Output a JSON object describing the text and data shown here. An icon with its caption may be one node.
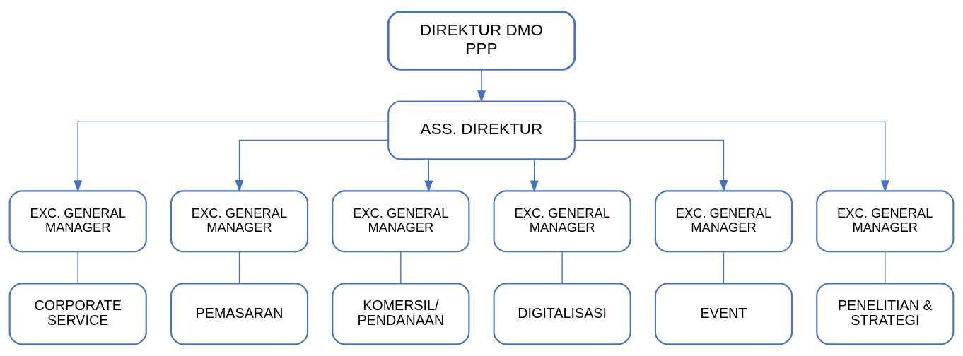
{
  "diagram": {
    "nodes": [
      {
        "text": [
          "DIREKTUR DMO PPP"
        ]
      },
      {
        "text": [
          "ASS. DIREKTUR"
        ]
      },
      {
        "text": [
          "EXC. GENERAL MANAGER"
        ]
      },
      {
        "text": [
          "EXC. GENERAL MANAGER"
        ]
      },
      {
        "text": [
          "EXC. GENERAL MANAGER"
        ]
      },
      {
        "text": [
          "EXC. GENERAL MANAGER"
        ]
      },
      {
        "text": [
          "EXC. GENERAL MANAGER"
        ]
      },
      {
        "text": [
          "EXC. GENERAL MANAGER"
        ]
      },
      {
        "text": [
          "CORPORATE SERVICE"
        ]
      },
      {
        "text": [
          "PEMASARAN"
        ]
      },
      {
        "text": [
          "KOMERSIL/ PENDANAAN"
        ]
      },
      {
        "text": [
          "DIGITALISASI"
        ]
      },
      {
        "text": [
          "EVENT"
        ]
      },
      {
        "text": [
          "PENELITIAN & STRATEGI"
        ]
      }
    ],
    "edges": [
      {
        "from": 0,
        "to": 1,
        "arrow": "to"
      },
      {
        "from": 1,
        "to": 2,
        "arrow": "to"
      },
      {
        "from": 1,
        "to": 3,
        "arrow": "to"
      },
      {
        "from": 1,
        "to": 4,
        "arrow": "to"
      },
      {
        "from": 1,
        "to": 5,
        "arrow": "to"
      },
      {
        "from": 1,
        "to": 6,
        "arrow": "to"
      },
      {
        "from": 1,
        "to": 7,
        "arrow": "to"
      },
      {
        "from": 2,
        "to": 8,
        "arrow": "none"
      },
      {
        "from": 3,
        "to": 9,
        "arrow": "none"
      },
      {
        "from": 4,
        "to": 10,
        "arrow": "none"
      },
      {
        "from": 5,
        "to": 11,
        "arrow": "none"
      },
      {
        "from": 6,
        "to": 12,
        "arrow": "none"
      },
      {
        "from": 7,
        "to": 13,
        "arrow": "none"
      }
    ]
  }
}
